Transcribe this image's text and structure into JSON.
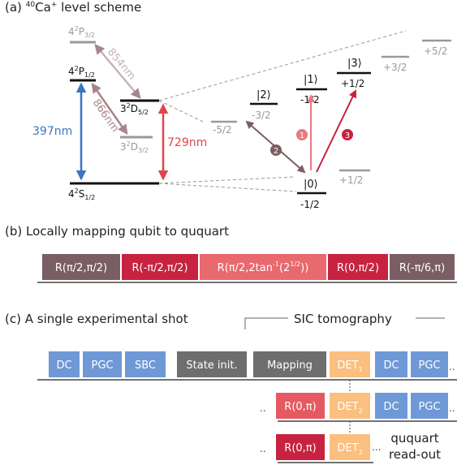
{
  "panel_a": {
    "title": "(a)",
    "title_rest": "Ca",
    "title_rest2": " level scheme",
    "title_sup1": "40",
    "title_sup2": "+",
    "levels": {
      "p32": {
        "main": "4",
        "sup": "2",
        "mid": "P",
        "sub": "3/2"
      },
      "p12": {
        "main": "4",
        "sup": "2",
        "mid": "P",
        "sub": "1/2"
      },
      "d52": {
        "main": "3",
        "sup": "2",
        "mid": "D",
        "sub": "5/2"
      },
      "d32": {
        "main": "3",
        "sup": "2",
        "mid": "D",
        "sub": "3/2"
      },
      "s12": {
        "main": "4",
        "sup": "2",
        "mid": "S",
        "sub": "1/2"
      }
    },
    "wavelengths": {
      "w854": "854nm",
      "w866": "866nm",
      "w397": "397nm",
      "w729": "729nm"
    },
    "sublevels": {
      "m52": "-5/2",
      "m32": "-3/2",
      "m12u": "-1/2",
      "p12u": "+1/2",
      "p32": "+3/2",
      "p52": "+5/2",
      "m12g": "-1/2",
      "p12g": "+1/2"
    },
    "kets": {
      "k0": "|0⟩",
      "k1": "|1⟩",
      "k2": "|2⟩",
      "k3": "|3⟩"
    },
    "step_numbers": [
      "1",
      "2",
      "3"
    ],
    "colors": {
      "blue": "#3a75c4",
      "red": "#e0454f",
      "darkred": "#c7223f",
      "mauve": "#8c6b72",
      "brown": "#a6868b",
      "gray": "#999999",
      "pink": "#e87a80"
    }
  },
  "panel_b": {
    "title": "(b)  Locally mapping qubit to ququart",
    "pulses": [
      {
        "label": "R(π/2,π/2)",
        "color": "#7b5e63"
      },
      {
        "label": "R(-π/2,π/2)",
        "color": "#c7223f"
      },
      {
        "label_pre": "R(π/2,2tan",
        "label_sup": "-1",
        "label_mid": "(2",
        "label_sup2": "1/2",
        "label_post": "))",
        "color": "#e8696e"
      },
      {
        "label": "R(0,π/2)",
        "color": "#c7223f"
      },
      {
        "label": "R(-π/6,π)",
        "color": "#7b5e63"
      }
    ]
  },
  "panel_c": {
    "title": "(c)  A single experimental shot",
    "sic_label": "SIC tomography",
    "row1": [
      "DC",
      "PGC",
      "SBC",
      "State init.",
      "Mapping",
      "DET",
      "DC",
      "PGC"
    ],
    "det_subs": [
      "1",
      "2",
      "3"
    ],
    "row2": [
      "R(0,π)",
      "DET",
      "DC",
      "PGC"
    ],
    "row3": [
      "R(0,π)",
      "DET"
    ],
    "dots": "..",
    "ellipsis": "...",
    "ellipsis_short": "..",
    "readout": [
      "ququart",
      "read-out"
    ],
    "colors": {
      "blue": "#6f99d6",
      "gray": "#6e6e6e",
      "orange": "#fbbf80",
      "red": "#e55a62",
      "darkred": "#c7223f"
    }
  }
}
